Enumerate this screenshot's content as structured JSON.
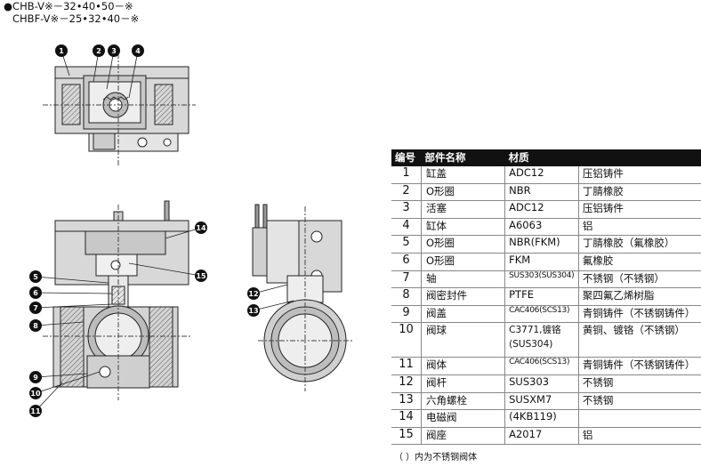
{
  "titles": [
    "●CHB-V※－32•40•50－※",
    "CHBF-V※－25•32•40－※"
  ],
  "callouts": [
    "1",
    "2",
    "3",
    "4",
    "5",
    "6",
    "7",
    "8",
    "9",
    "10",
    "11",
    "12",
    "13",
    "14",
    "15"
  ],
  "table": {
    "headers": [
      "编号",
      "部件名称",
      "材质",
      ""
    ],
    "rows": [
      {
        "no": "1",
        "name": "缸盖",
        "material": "ADC12",
        "material_cn": "压铝铸件"
      },
      {
        "no": "2",
        "name": "O形圈",
        "material": "NBR",
        "material_cn": "丁腈橡胶"
      },
      {
        "no": "3",
        "name": "活塞",
        "material": "ADC12",
        "material_cn": "压铝铸件"
      },
      {
        "no": "4",
        "name": "缸体",
        "material": "A6063",
        "material_cn": "铝"
      },
      {
        "no": "5",
        "name": "O形圈",
        "material": "NBR(FKM)",
        "material_cn": "丁腈橡胶（氟橡胶）"
      },
      {
        "no": "6",
        "name": "O形圈",
        "material": "FKM",
        "material_cn": "氟橡胶"
      },
      {
        "no": "7",
        "name": "轴",
        "material": "SUS303(SUS304)",
        "material_cn": "不锈钢（不锈钢）"
      },
      {
        "no": "8",
        "name": "阀密封件",
        "material": "PTFE",
        "material_cn": "聚四氟乙烯树脂"
      },
      {
        "no": "9",
        "name": "阀盖",
        "material": "CAC406(SCS13)",
        "material_cn": "青铜铸件（不锈钢铸件）"
      },
      {
        "no": "10",
        "name": "阀球",
        "material": "C3771,镀铬 (SUS304)",
        "material_cn": "黄铜、镀铬（不锈钢）"
      },
      {
        "no": "11",
        "name": "阀体",
        "material": "CAC406(SCS13)",
        "material_cn": "青铜铸件（不锈钢铸件）"
      },
      {
        "no": "12",
        "name": "阀杆",
        "material": "SUS303",
        "material_cn": "不锈钢"
      },
      {
        "no": "13",
        "name": "六角螺栓",
        "material": "SUSXM7",
        "material_cn": "不锈钢"
      },
      {
        "no": "14",
        "name": "电磁阀",
        "material": "(4KB119)",
        "material_cn": ""
      },
      {
        "no": "15",
        "name": "阀座",
        "material": "A2017",
        "material_cn": "铝"
      }
    ]
  },
  "note": "（ ）内为不锈钢阀体"
}
